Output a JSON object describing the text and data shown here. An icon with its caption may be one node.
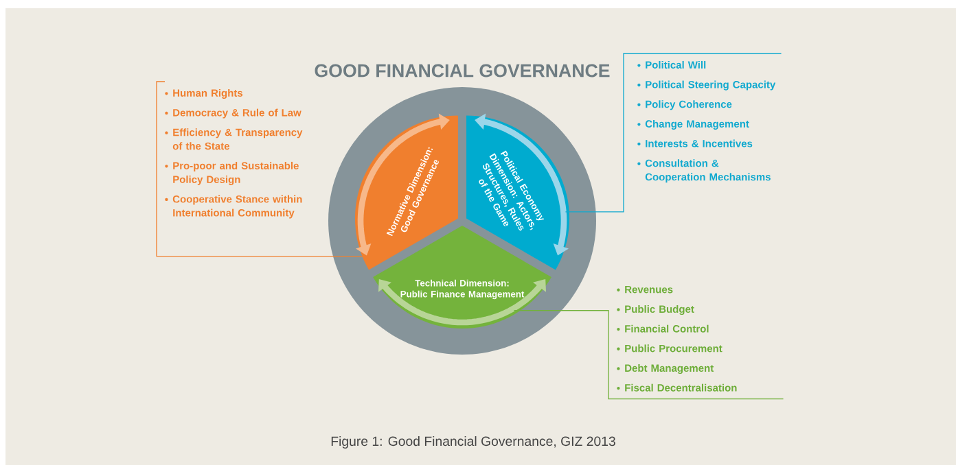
{
  "diagram": {
    "caption": "Figure 1: Good Financial Governance, GIZ 2013",
    "nodes": [
      {
        "text": [
          "GOOD FINANCIAL GOVERNANCE"
        ]
      },
      {
        "text": [
          "Normative Dimension: Good Governance"
        ],
        "in": 0
      },
      {
        "text": [
          "Political Economy Dimension: Actors, Structures, Rules of the Game"
        ],
        "in": 0
      },
      {
        "text": [
          "Technical Dimension: Public Finance Management"
        ],
        "in": 0
      },
      {
        "text": [
          "Human Rights",
          "Democracy & Rule of Law",
          "Efficiency & Transparency of the State",
          "Pro-poor and Sustainable Policy Design",
          "Cooperative Stance within International Community"
        ]
      },
      {
        "text": [
          "Political Will",
          "Political Steering Capacity",
          "Policy Coherence",
          "Change Management",
          "Interests & Incentives",
          "Consultation & Cooperation Mechanisms"
        ]
      },
      {
        "text": [
          "Revenues",
          "Public Budget",
          "Financial Control",
          "Public Procurement",
          "Debt Management",
          "Fiscal Decentralisation"
        ]
      }
    ],
    "edges": [
      {
        "from": 4,
        "to": 1,
        "arrow": "none",
        "color": "#f08030"
      },
      {
        "from": 5,
        "to": 2,
        "arrow": "none",
        "color": "#11a9cf"
      },
      {
        "from": 6,
        "to": 3,
        "arrow": "none",
        "color": "#72b13c"
      }
    ]
  }
}
